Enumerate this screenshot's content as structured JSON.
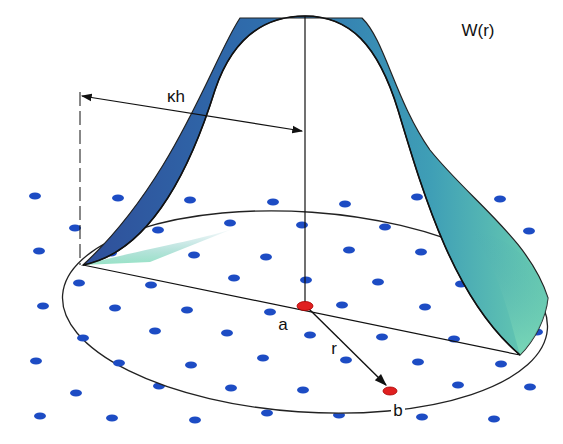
{
  "diagram": {
    "labels": [
      "W(r)",
      "κh",
      "a",
      "r",
      "b"
    ]
  }
}
